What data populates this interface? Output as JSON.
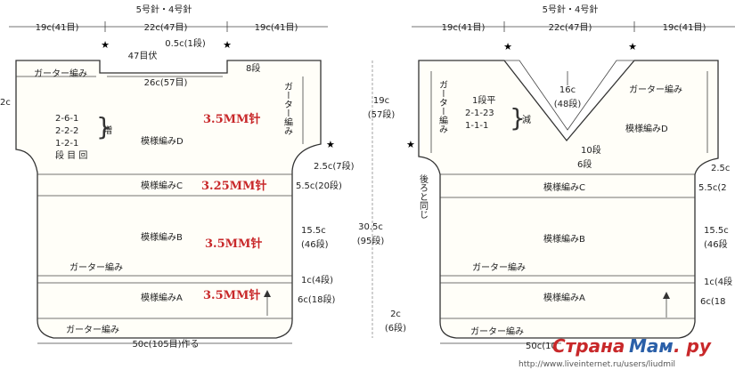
{
  "needles": "5号針・4号針",
  "front": {
    "top_left": "19c(41目)",
    "top_center": "22c(47目)",
    "top_right": "19c(41目)",
    "neck_depth": "0.5c(1段)",
    "neck_bind": "47目伏",
    "neck_rows": "8段",
    "garter_top": "ガーター編み",
    "neck_width": "26c(57目)",
    "garter_side": "ガーター編み",
    "height_upper": "19c",
    "height_upper_rows": "(57段)",
    "inc_1": "2-6-1",
    "inc_2": "2-2-2",
    "inc_3": "1-2-1",
    "inc_label": "増",
    "inc_legend": "段 目 回",
    "size_d": "3.5MM针",
    "pattern_d": "模様編みD",
    "armhole": "2.5c(7段)",
    "pattern_c": "模様編みC",
    "size_c": "3.25MM针",
    "section_c": "5.5c(20段)",
    "pattern_b": "模様編みB",
    "size_b": "3.5MM针",
    "section_b": "15.5c",
    "section_b_rows": "(46段)",
    "total": "30.5c",
    "total_rows": "(95段)",
    "garter_mid": "ガーター編み",
    "section_gm": "1c(4段)",
    "pattern_a": "模様編みA",
    "size_a": "3.5MM针",
    "section_a": "6c(18段)",
    "hem": "2c",
    "hem_rows": "(6段)",
    "garter_bottom": "ガーター編み",
    "cast_on": "50c(105目)作る",
    "side_cut": "2c"
  },
  "back": {
    "needles": "5号針・4号針",
    "top_left": "19c(41目)",
    "top_center": "22c(47目)",
    "top_right": "19c(41目)",
    "garter_side_l": "ガーター編み",
    "garter_side_r": "ガーター編み",
    "dec_1": "1段平",
    "dec_2": "2-1-23",
    "dec_3": "1-1-1",
    "dec_label": "減",
    "v_depth": "16c",
    "v_depth_rows": "(48段)",
    "v_bottom_1": "10段",
    "v_bottom_2": "6段",
    "pattern_d": "模様編みD",
    "same_as_back": "後ろと同じ",
    "armhole": "2.5c",
    "pattern_c": "模様編みC",
    "section_c": "5.5c(2",
    "pattern_b": "模様編みB",
    "section_b": "15.5c",
    "section_b_rows": "(46段",
    "garter_mid": "ガーター編み",
    "section_gm": "1c(4段",
    "pattern_a": "模様編みA",
    "section_a": "6c(18",
    "garter_bottom": "ガーター編み",
    "cast_on": "50c(10",
    "watermark_a": "Страна",
    "watermark_b": "Мам",
    "watermark_c": ". ру",
    "url": "http://www.liveinternet.ru/users/liudmil"
  },
  "colors": {
    "ink": "#333333",
    "red": "#c8282a",
    "blue": "#2a5fa8"
  }
}
